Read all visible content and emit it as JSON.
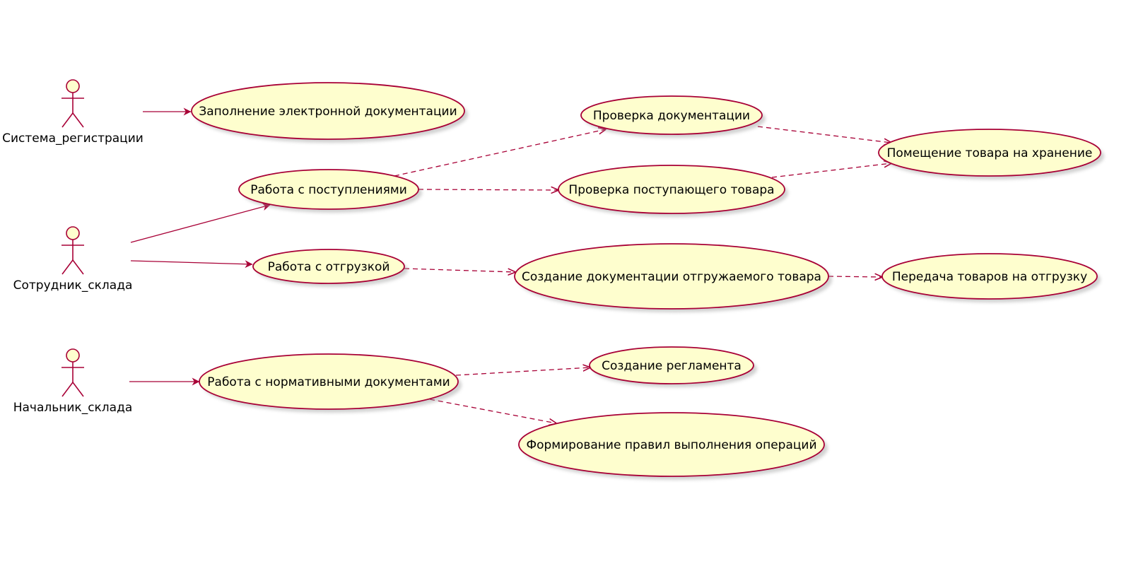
{
  "colors": {
    "usecase_fill": "#FEFECE",
    "border": "#A80036",
    "background": "#FFFFFF"
  },
  "actors": [
    {
      "id": "registration-system",
      "label": "Система_регистрации"
    },
    {
      "id": "warehouse-employee",
      "label": "Сотрудник_склада"
    },
    {
      "id": "warehouse-head",
      "label": "Начальник_склада"
    }
  ],
  "usecases": [
    {
      "id": "fill-electronic-docs",
      "label": "Заполнение электронной документации"
    },
    {
      "id": "work-with-receipts",
      "label": "Работа с поступлениями"
    },
    {
      "id": "work-with-shipment",
      "label": "Работа с отгрузкой"
    },
    {
      "id": "work-with-regulatory-docs",
      "label": "Работа с нормативными документами"
    },
    {
      "id": "check-documentation",
      "label": "Проверка документации"
    },
    {
      "id": "check-incoming-goods",
      "label": "Проверка поступающего товара"
    },
    {
      "id": "create-shipment-docs",
      "label": "Создание документации отгружаемого товара"
    },
    {
      "id": "create-regulation",
      "label": "Создание регламента"
    },
    {
      "id": "form-operation-rules",
      "label": "Формирование правил выполнения операций"
    },
    {
      "id": "place-goods-storage",
      "label": "Помещение товара на хранение"
    },
    {
      "id": "transfer-goods-shipment",
      "label": "Передача товаров на отгрузку"
    }
  ],
  "relations": [
    {
      "from": "registration-system",
      "to": "fill-electronic-docs",
      "kind": "association"
    },
    {
      "from": "warehouse-employee",
      "to": "work-with-receipts",
      "kind": "association"
    },
    {
      "from": "warehouse-employee",
      "to": "work-with-shipment",
      "kind": "association"
    },
    {
      "from": "warehouse-head",
      "to": "work-with-regulatory-docs",
      "kind": "association"
    },
    {
      "from": "work-with-receipts",
      "to": "check-documentation",
      "kind": "dependency"
    },
    {
      "from": "work-with-receipts",
      "to": "check-incoming-goods",
      "kind": "dependency"
    },
    {
      "from": "check-documentation",
      "to": "place-goods-storage",
      "kind": "dependency"
    },
    {
      "from": "check-incoming-goods",
      "to": "place-goods-storage",
      "kind": "dependency"
    },
    {
      "from": "work-with-shipment",
      "to": "create-shipment-docs",
      "kind": "dependency"
    },
    {
      "from": "create-shipment-docs",
      "to": "transfer-goods-shipment",
      "kind": "dependency"
    },
    {
      "from": "work-with-regulatory-docs",
      "to": "create-regulation",
      "kind": "dependency"
    },
    {
      "from": "work-with-regulatory-docs",
      "to": "form-operation-rules",
      "kind": "dependency"
    }
  ]
}
